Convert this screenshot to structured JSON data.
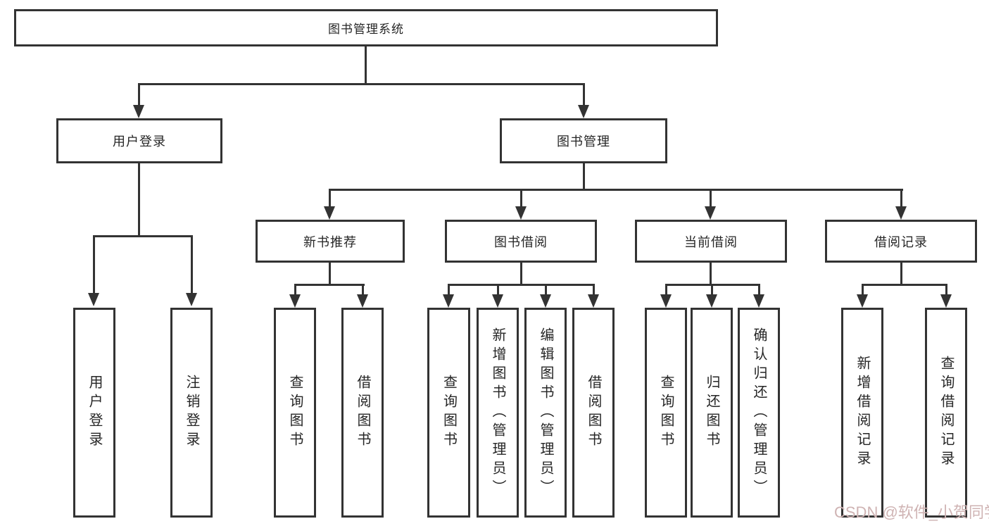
{
  "tree": {
    "label": "图书管理系统",
    "children": [
      {
        "label": "用户登录",
        "children": [
          {
            "label": "用户登录"
          },
          {
            "label": "注销登录"
          }
        ]
      },
      {
        "label": "图书管理",
        "children": [
          {
            "label": "新书推荐",
            "children": [
              {
                "label": "查询图书"
              },
              {
                "label": "借阅图书"
              }
            ]
          },
          {
            "label": "图书借阅",
            "children": [
              {
                "label": "查询图书"
              },
              {
                "label": "新增图书（管理员）"
              },
              {
                "label": "编辑图书（管理员）"
              },
              {
                "label": "借阅图书"
              }
            ]
          },
          {
            "label": "当前借阅",
            "children": [
              {
                "label": "查询图书"
              },
              {
                "label": "归还图书"
              },
              {
                "label": "确认归还（管理员）"
              }
            ]
          },
          {
            "label": "借阅记录",
            "children": [
              {
                "label": "新增借阅记录"
              },
              {
                "label": "查询借阅记录"
              }
            ]
          }
        ]
      }
    ]
  },
  "watermark": {
    "text": "CSDN @软件_小贺同学",
    "color": "#cfb3b3"
  },
  "colors": {
    "line": "#333333",
    "border": "#333333",
    "background": "#ffffff",
    "text": "#262626"
  }
}
